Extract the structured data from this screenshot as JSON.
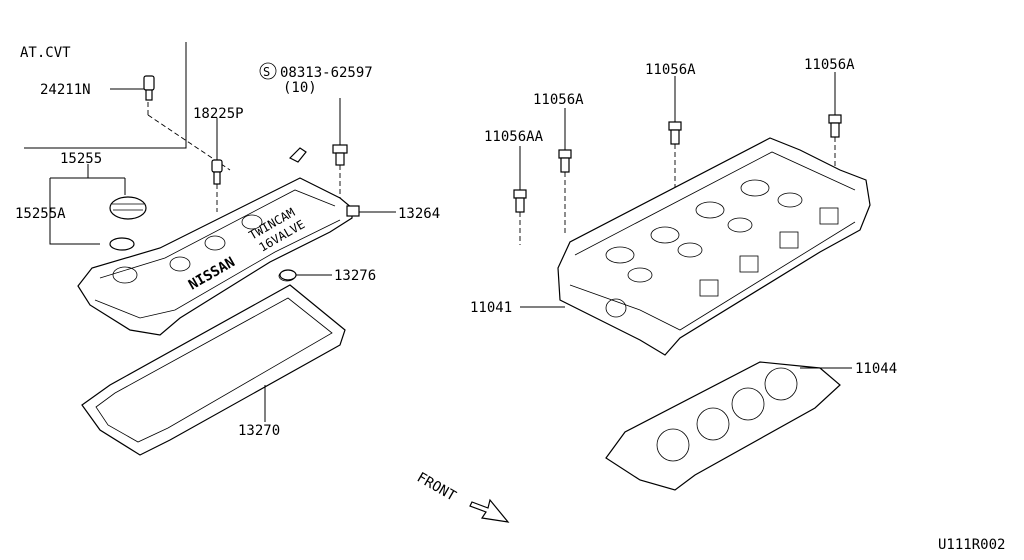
{
  "labels": {
    "at_cvt": "AT.CVT",
    "p24211n": "24211N",
    "p18225p": "18225P",
    "bolt_code": "08313-62597",
    "bolt_qty": "(10)",
    "bolt_symbol": "S",
    "p15255": "15255",
    "p15255a": "15255A",
    "p13264": "13264",
    "p13276": "13276",
    "p13270": "13270",
    "p11056aa": "11056AA",
    "p11056a_1": "11056A",
    "p11056a_2": "11056A",
    "p11056a_3": "11056A",
    "p11041": "11041",
    "p11044": "11044",
    "front": "FRONT",
    "diagram_code": "U111R002"
  },
  "cover_text": {
    "twincam": "TWINCAM",
    "valve": "16VALVE",
    "brand": "NISSAN"
  }
}
